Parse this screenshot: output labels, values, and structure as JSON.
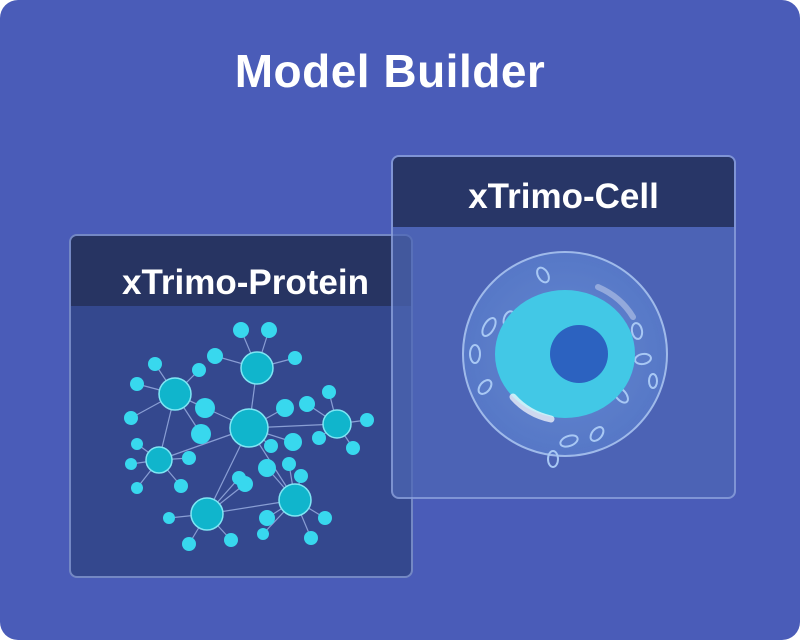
{
  "page": {
    "title": "Model Builder"
  },
  "cards": {
    "protein": {
      "label": "xTrimo-Protein",
      "illustration": "protein-network-icon"
    },
    "cell": {
      "label": "xTrimo-Cell",
      "illustration": "cell-icon"
    }
  },
  "colors": {
    "background": "#4a5cb8",
    "header": "#273462",
    "node_dark": "#10b5cc",
    "node_light": "#38d8ee",
    "cell_cytoplasm": "#42c8e6",
    "cell_nucleus": "#2c62c0"
  }
}
